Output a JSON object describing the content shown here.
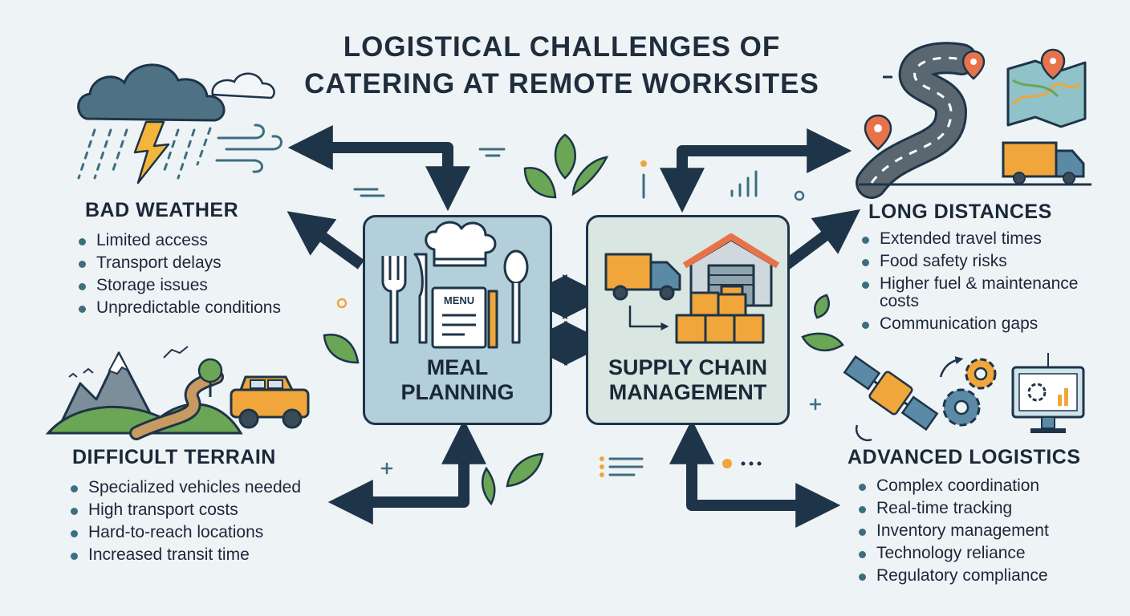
{
  "title": {
    "line1": "LOGISTICAL CHALLENGES OF",
    "line2": "CATERING AT REMOTE WORKSITES"
  },
  "hubs": {
    "meal": {
      "line1": "MEAL",
      "line2": "PLANNING",
      "menu_label": "MENU",
      "color": "#b3cfd9"
    },
    "supply": {
      "line1": "SUPPLY CHAIN",
      "line2": "MANAGEMENT",
      "color": "#d9e6e1"
    }
  },
  "sections": {
    "weather": {
      "heading": "BAD WEATHER",
      "items": [
        "Limited access",
        "Transport delays",
        "Storage issues",
        "Unpredictable conditions"
      ]
    },
    "terrain": {
      "heading": "DIFFICULT TERRAIN",
      "items": [
        "Specialized vehicles needed",
        "High transport costs",
        "Hard-to-reach locations",
        "Increased transit time"
      ]
    },
    "distances": {
      "heading": "LONG DISTANCES",
      "items": [
        "Extended travel times",
        "Food safety risks",
        "Higher fuel & maintenance",
        "costs",
        "Communication gaps"
      ]
    },
    "logistics": {
      "heading": "ADVANCED LOGISTICS",
      "items": [
        "Complex coordination",
        "Real-time tracking",
        "Inventory management",
        "Technology reliance",
        "Regulatory compliance"
      ]
    }
  },
  "icons": {
    "weather": "storm-cloud-icon",
    "terrain": "mountain-road-jeep-icon",
    "distances": "winding-road-map-truck-icon",
    "logistics": "satellite-gears-monitor-icon",
    "meal": "chef-hat-cutlery-menu-icon",
    "supply": "truck-warehouse-boxes-icon"
  },
  "colors": {
    "arrow": "#1e3448",
    "accent_orange": "#f0a63a",
    "leaf_green": "#5f9c4a",
    "background": "#eef3f6"
  }
}
